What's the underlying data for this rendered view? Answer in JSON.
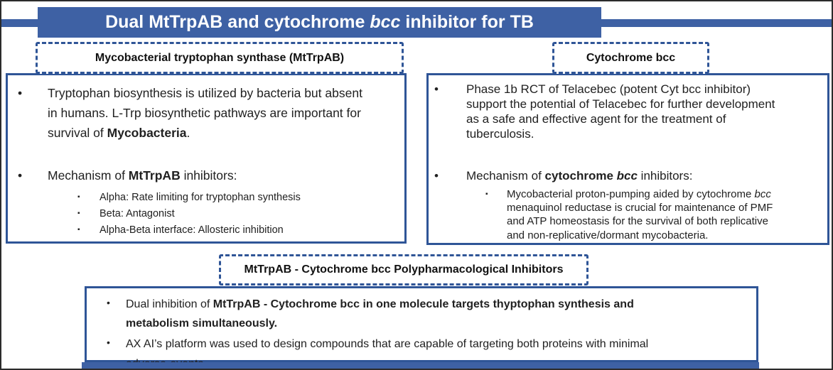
{
  "colors": {
    "accent_blue": "#3E61A4",
    "border_blue": "#2F5597",
    "slide_border": "#2B2B2B",
    "header_text": "#111111",
    "body_text": "#212121",
    "title_text": "#FFFFFF"
  },
  "title": {
    "segments": [
      {
        "t": "Dual MtTrpAB and cytochrome "
      },
      {
        "t": "bcc",
        "i": true
      },
      {
        "t": " inhibitor for TB"
      }
    ]
  },
  "left_section": {
    "header": "Mycobacterial tryptophan synthase (MtTrpAB)",
    "bullets": [
      {
        "segments": [
          {
            "t": "Tryptophan biosynthesis is utilized by bacteria but absent in humans. L-Trp biosynthetic pathways are important for survival of "
          },
          {
            "t": "Mycobacteria",
            "b": true
          },
          {
            "t": "."
          }
        ]
      },
      {
        "segments": [
          {
            "t": "Mechanism of "
          },
          {
            "t": "MtTrpAB",
            "b": true
          },
          {
            "t": " inhibitors:"
          }
        ],
        "sub_bullets": [
          "Alpha: Rate limiting for tryptophan synthesis",
          "Beta: Antagonist",
          "Alpha-Beta interface: Allosteric inhibition"
        ]
      }
    ]
  },
  "right_section": {
    "header": "Cytochrome bcc",
    "bullets": [
      {
        "segments": [
          {
            "t": "Phase 1b RCT of Telacebec (potent Cyt bcc inhibitor) support the potential of Telacebec for further development as a safe and effective agent for the treatment of tuberculosis."
          }
        ]
      },
      {
        "segments": [
          {
            "t": "Mechanism of "
          },
          {
            "t": "cytochrome ",
            "b": true
          },
          {
            "t": "bcc",
            "b": true,
            "i": true
          },
          {
            "t": " inhibitors:"
          }
        ],
        "sub_bullet": {
          "segments": [
            {
              "t": "Mycobacterial proton-pumping aided by cytochrome "
            },
            {
              "t": "bcc",
              "i": true
            },
            {
              "t": " menaquinol reductase  is crucial for maintenance of PMF and ATP homeostasis for the survival of both replicative and non-replicative/dormant mycobacteria."
            }
          ]
        }
      }
    ]
  },
  "bottom_section": {
    "header": "MtTrpAB - Cytochrome bcc Polypharmacological Inhibitors",
    "bullets": [
      {
        "segments": [
          {
            "t": "Dual inhibition of "
          },
          {
            "t": "MtTrpAB - Cytochrome bcc  in one molecule targets thyptophan synthesis and metabolism simultaneously.",
            "b": true
          }
        ]
      },
      {
        "segments": [
          {
            "t": "AX AI’s platform was used to design compounds that are capable of targeting both proteins with minimal adverse-events."
          }
        ]
      }
    ]
  }
}
